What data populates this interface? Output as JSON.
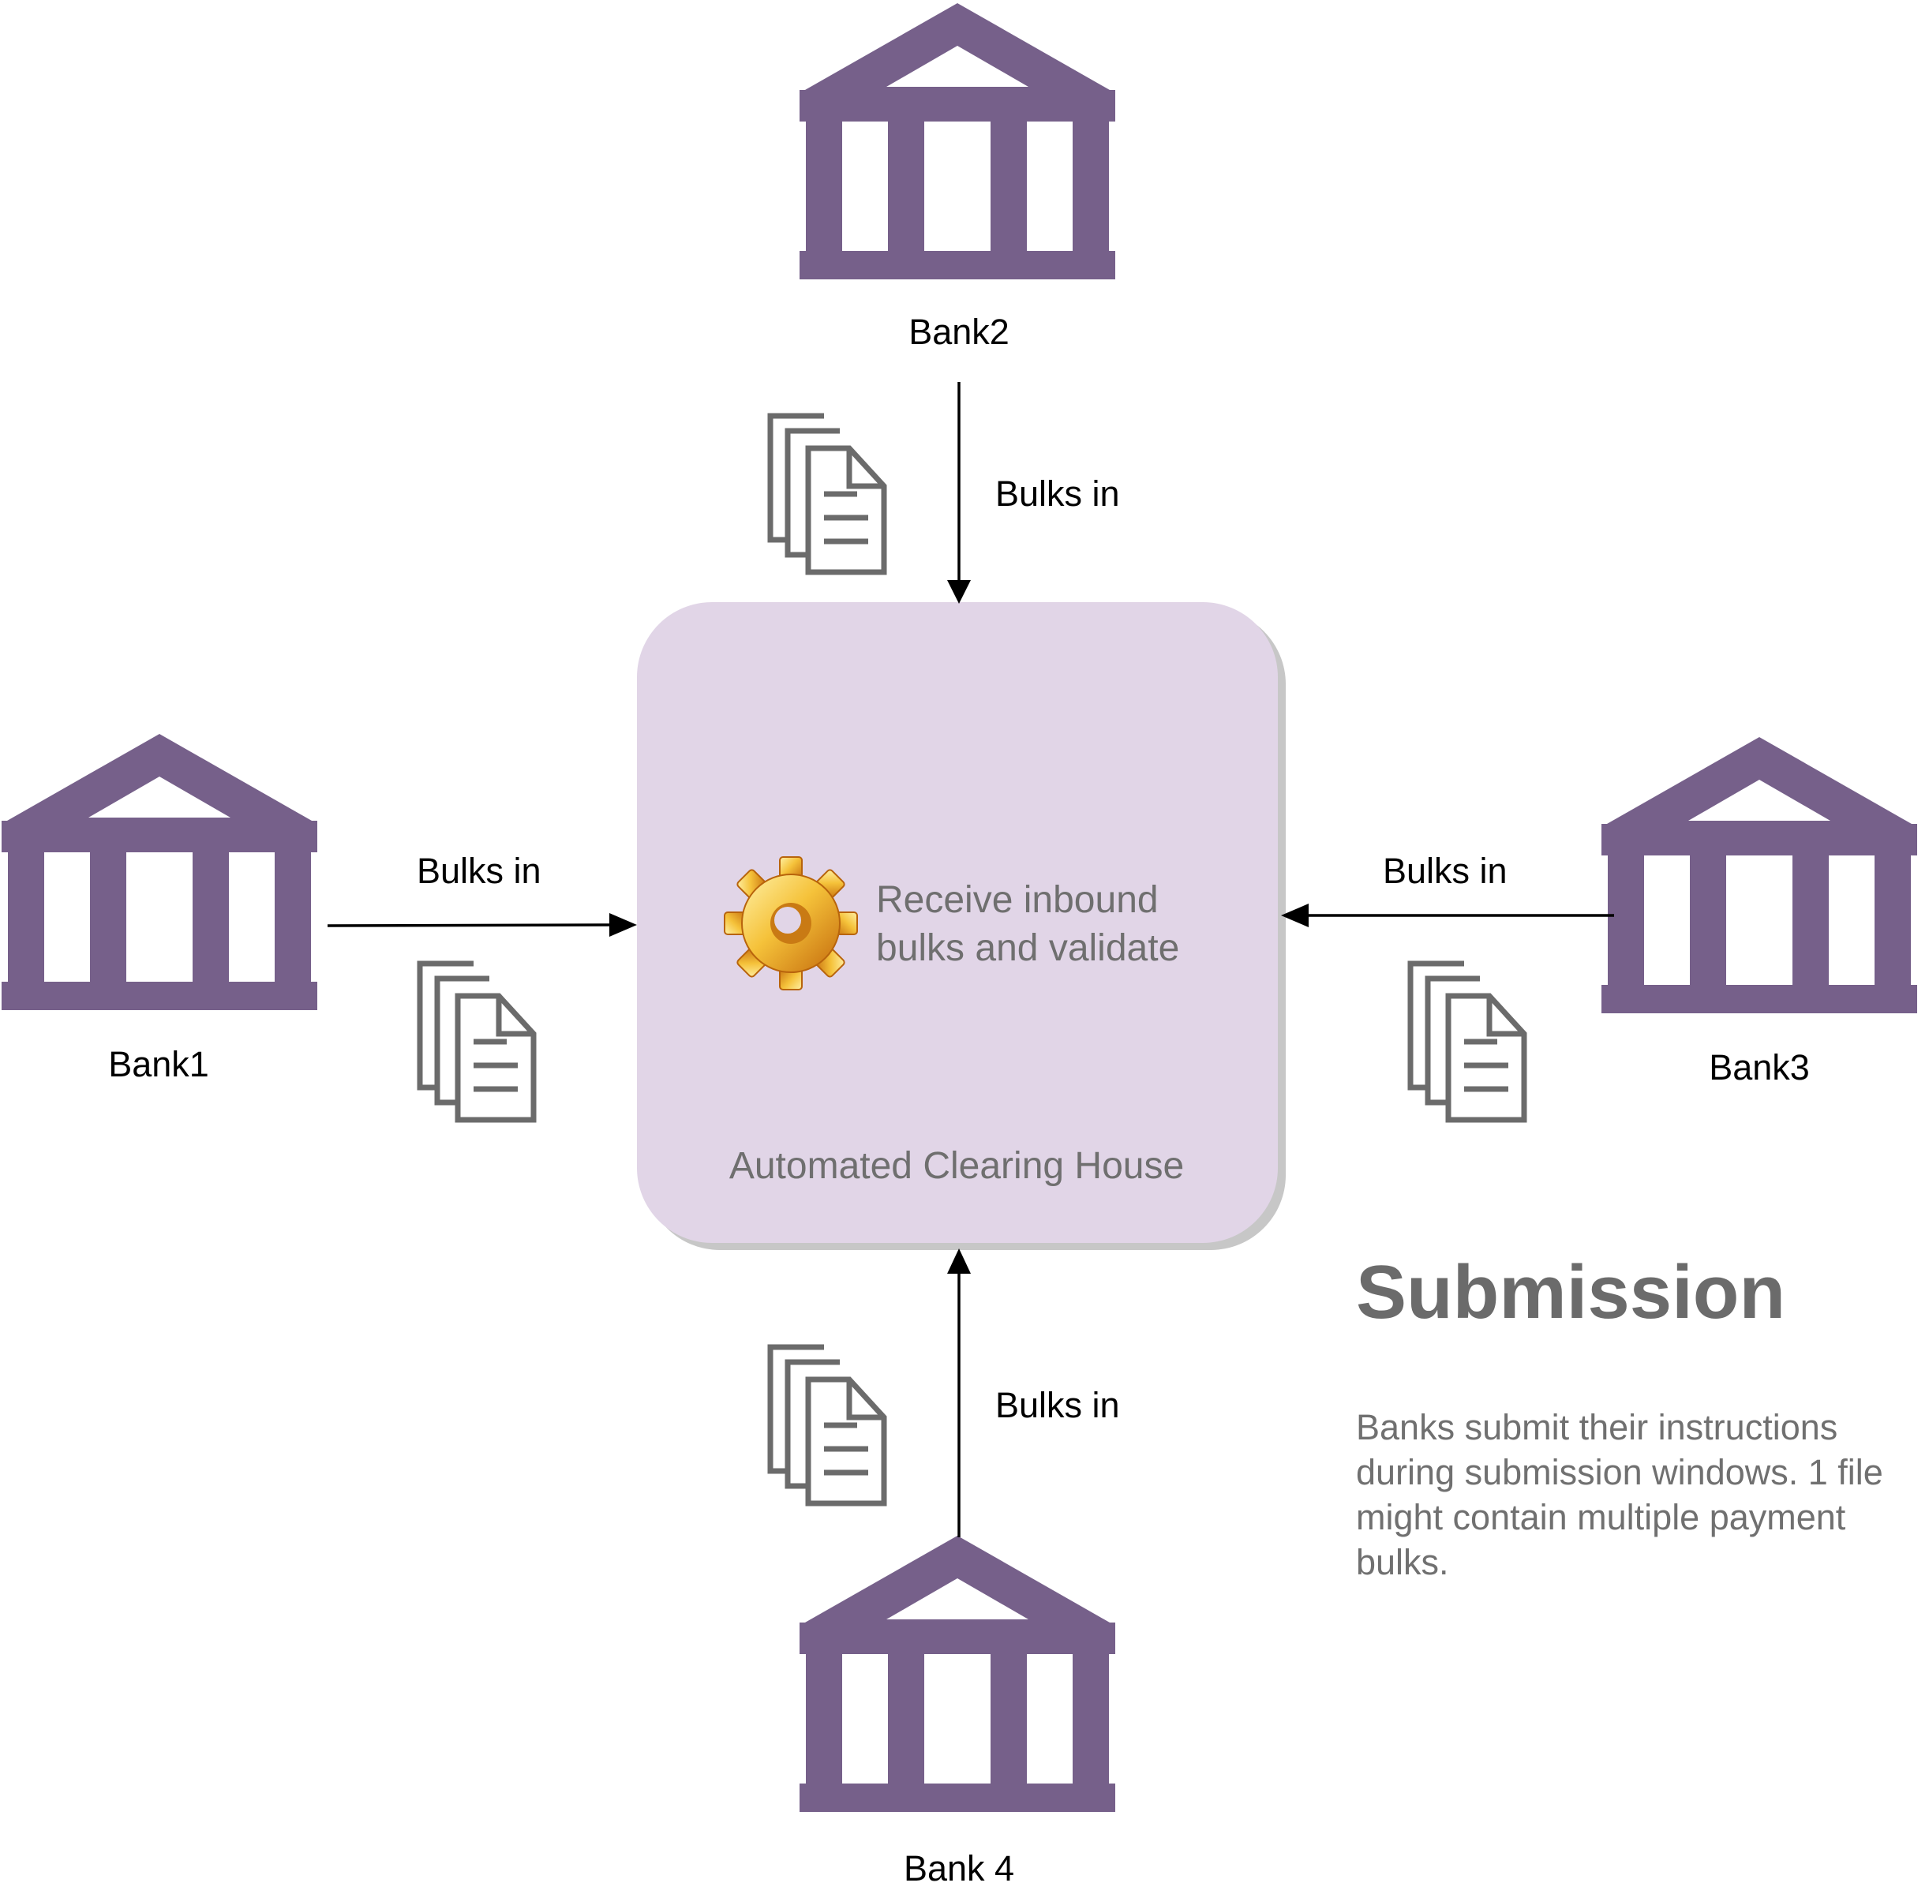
{
  "diagram": {
    "clearing_house": {
      "process_label": "Receive inbound bulks and validate",
      "process_label_lines": [
        "Receive inbound",
        "bulks and validate"
      ],
      "name": "Automated Clearing House",
      "fill_color": "#e1d5e7",
      "shadow_color": "#c7c7c7",
      "process_icon": "gear-icon"
    },
    "banks": [
      {
        "id": "bank1",
        "name": "Bank1",
        "icon": "bank-building-icon"
      },
      {
        "id": "bank2",
        "name": "Bank2",
        "icon": "bank-building-icon"
      },
      {
        "id": "bank3",
        "name": "Bank3",
        "icon": "bank-building-icon"
      },
      {
        "id": "bank4",
        "name": "Bank 4",
        "icon": "bank-building-icon"
      }
    ],
    "flows": [
      {
        "from": "bank1",
        "label": "Bulks in",
        "icon": "documents-icon"
      },
      {
        "from": "bank2",
        "label": "Bulks in",
        "icon": "documents-icon"
      },
      {
        "from": "bank3",
        "label": "Bulks in",
        "icon": "documents-icon"
      },
      {
        "from": "bank4",
        "label": "Bulks in",
        "icon": "documents-icon"
      }
    ],
    "colors": {
      "bank_icon": "#76608a",
      "document_icon": "#6b6b6b",
      "arrow": "#000000",
      "gear": "#e8a317"
    }
  },
  "panel": {
    "heading": "Submission",
    "description": "Banks submit their instructions during submission windows. 1 file might contain multiple payment bulks."
  }
}
